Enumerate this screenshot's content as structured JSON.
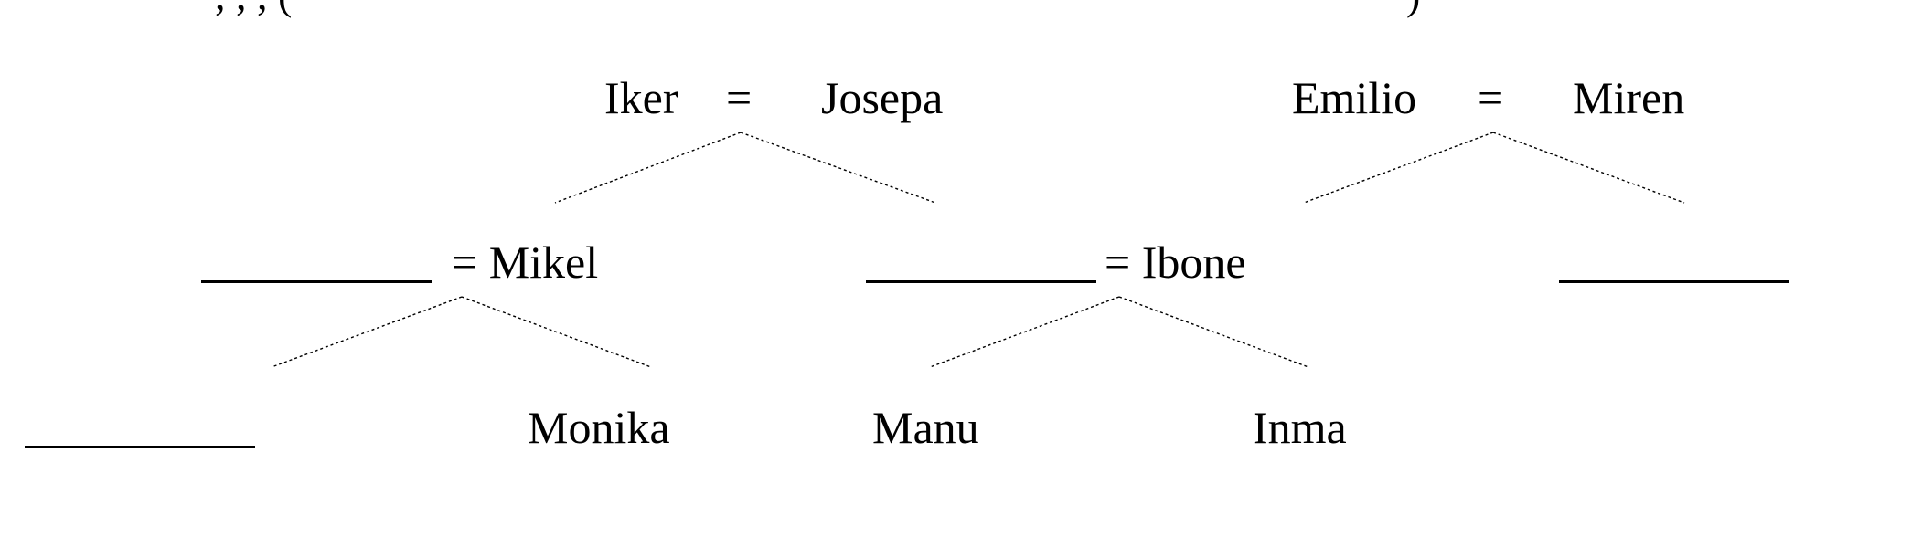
{
  "header": {
    "cropped_text": ", , , (",
    "cropped_text_tail": ")"
  },
  "generation_1": {
    "left_couple": {
      "husband": "Iker",
      "equals": "=",
      "wife": "Josepa"
    },
    "right_couple": {
      "husband": "Emilio",
      "equals": "=",
      "wife": "Miren"
    }
  },
  "generation_2": {
    "left_couple": {
      "blank_spouse": "",
      "equals_name": "= Mikel"
    },
    "middle_couple": {
      "blank_spouse": "",
      "equals_name": "= Ibone"
    },
    "right_single": {
      "blank_name": ""
    }
  },
  "generation_3": {
    "left_children": [
      {
        "name": ""
      },
      {
        "name": "Monika"
      }
    ],
    "middle_children": [
      {
        "name": "Manu"
      },
      {
        "name": "Inma"
      }
    ]
  }
}
